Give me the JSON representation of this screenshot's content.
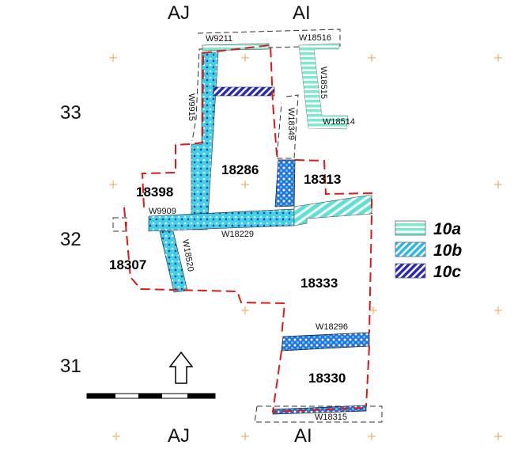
{
  "grid_labels": {
    "top_left": "AJ",
    "top_right": "AI",
    "bottom_left": "AJ",
    "bottom_right": "AI",
    "row_33": "33",
    "row_32": "32",
    "row_31": "31"
  },
  "walls": [
    "W9211",
    "W18516",
    "W9915",
    "W18515",
    "W18514",
    "W18349",
    "W9909",
    "W18229",
    "W18520",
    "W18296",
    "W18315"
  ],
  "rooms": [
    "18286",
    "18313",
    "18398",
    "18307",
    "18333",
    "18330"
  ],
  "legend": [
    {
      "label": "10a",
      "color": "#7fe8d0"
    },
    {
      "label": "10b",
      "color": "#2ab8e8"
    },
    {
      "label": "10c",
      "color": "#2a2ab8"
    }
  ],
  "colors": {
    "outline": "#e01818",
    "cyan": "#40d8e0",
    "navy": "#2020a0"
  }
}
